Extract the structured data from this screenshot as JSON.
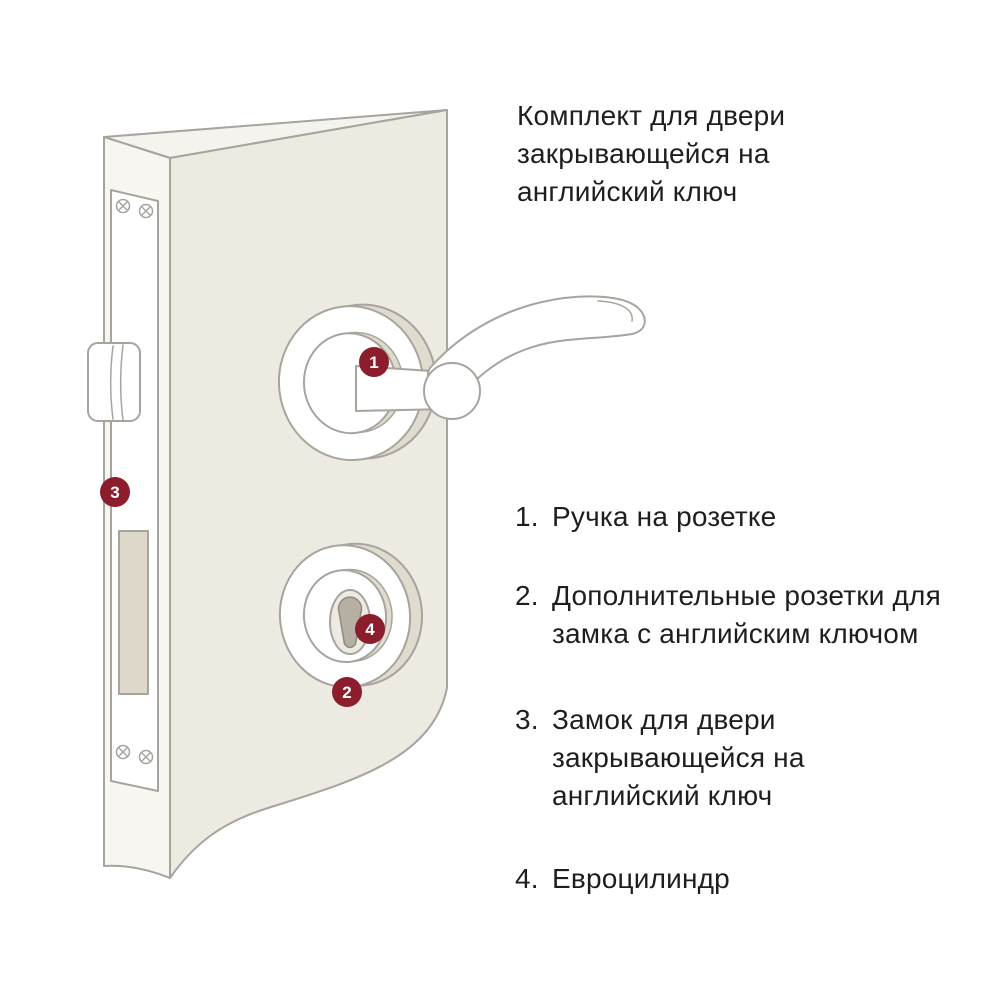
{
  "title": "Комплект для двери\nзакрывающейся на\nанглийский ключ",
  "legend": [
    {
      "num": "1.",
      "text": "Ручка на розетке"
    },
    {
      "num": "2.",
      "text": "Дополнительные розетки для\nзамка с английским ключом"
    },
    {
      "num": "3.",
      "text": "Замок для двери\nзакрывающейся на\nанглийский ключ"
    },
    {
      "num": "4.",
      "text": "Евроцилиндр"
    }
  ],
  "markers": [
    {
      "label": "1"
    },
    {
      "label": "2"
    },
    {
      "label": "3"
    },
    {
      "label": "4"
    }
  ],
  "colors": {
    "marker_red": "#8c1d2d",
    "door_face": "#edeae2",
    "door_edge": "#f7f6f1",
    "shading": "#dfdbcf",
    "outline_gray": "#a7a49d",
    "text": "#1e1e1c"
  }
}
